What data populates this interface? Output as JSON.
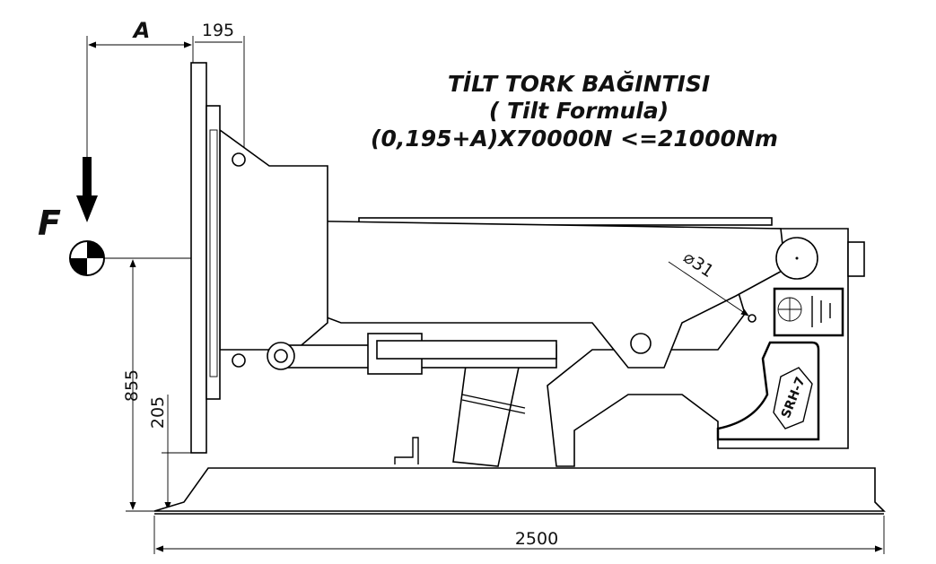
{
  "title": {
    "line1": "TİLT TORK BAĞINTISI",
    "line2": "( Tilt Formula)",
    "line3": "(0,195+A)X70000N <=21000Nm"
  },
  "dimensions": {
    "a_label": "A",
    "offset_195": "195",
    "height_855": "855",
    "height_205": "205",
    "width_2500": "2500",
    "hole_diameter": "⌀31"
  },
  "force_label": "F",
  "model_badge": "SRH-7"
}
